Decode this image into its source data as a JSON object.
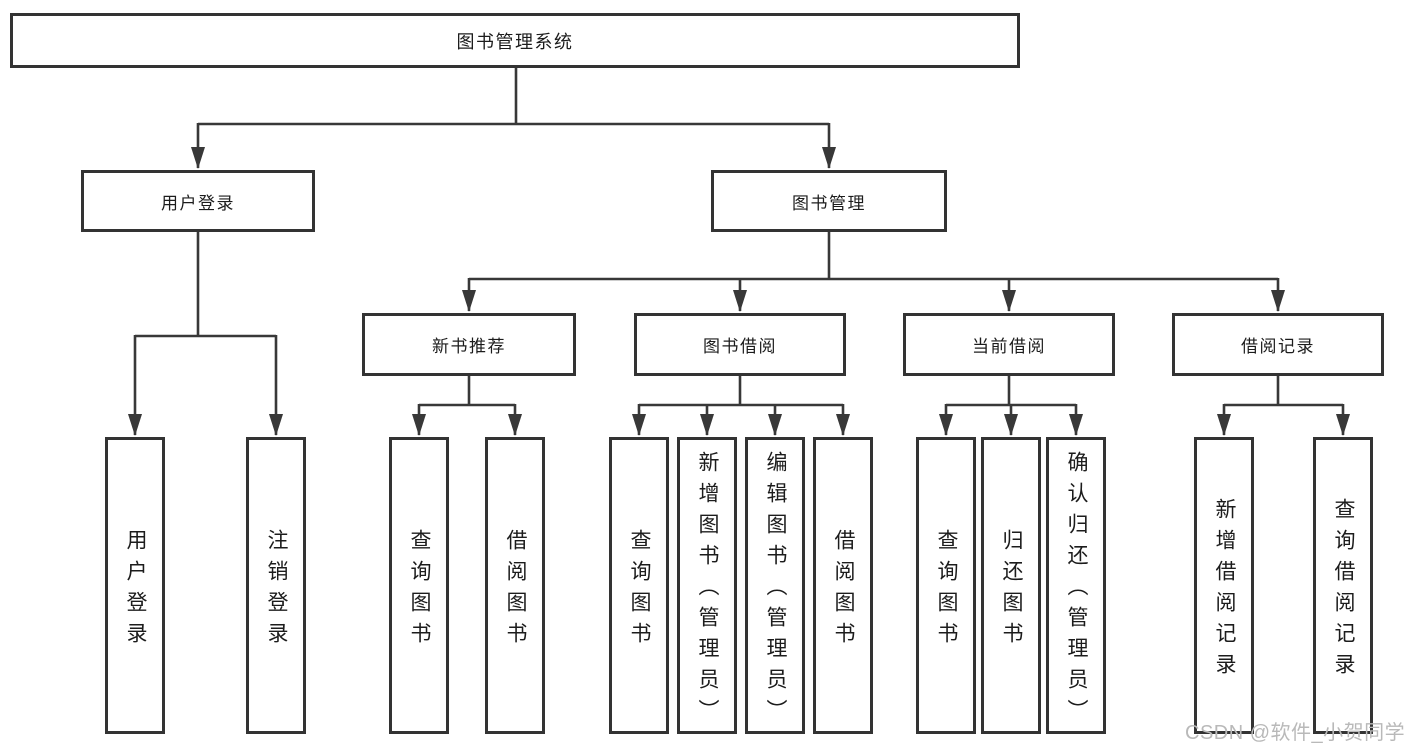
{
  "diagram": {
    "root": {
      "label": "图书管理系统"
    },
    "level2": [
      {
        "label": "用户登录"
      },
      {
        "label": "图书管理"
      }
    ],
    "level3": [
      {
        "label": "新书推荐"
      },
      {
        "label": "图书借阅"
      },
      {
        "label": "当前借阅"
      },
      {
        "label": "借阅记录"
      }
    ],
    "leaves": {
      "user_login": [
        "用户登录",
        "注销登录"
      ],
      "new_books": [
        "查询图书",
        "借阅图书"
      ],
      "book_borrow": [
        "查询图书",
        "新增图书（管理员）",
        "编辑图书（管理员）",
        "借阅图书"
      ],
      "current_borrow": [
        "查询图书",
        "归还图书",
        "确认归还（管理员）"
      ],
      "borrow_records": [
        "新增借阅记录",
        "查询借阅记录"
      ]
    }
  },
  "watermark": {
    "text": "CSDN @软件_小贺同学"
  },
  "colors": {
    "line": "#383838",
    "box_border": "#333333",
    "text": "#1c1c1c",
    "watermark": "#b9b9b9",
    "background": "#ffffff"
  }
}
